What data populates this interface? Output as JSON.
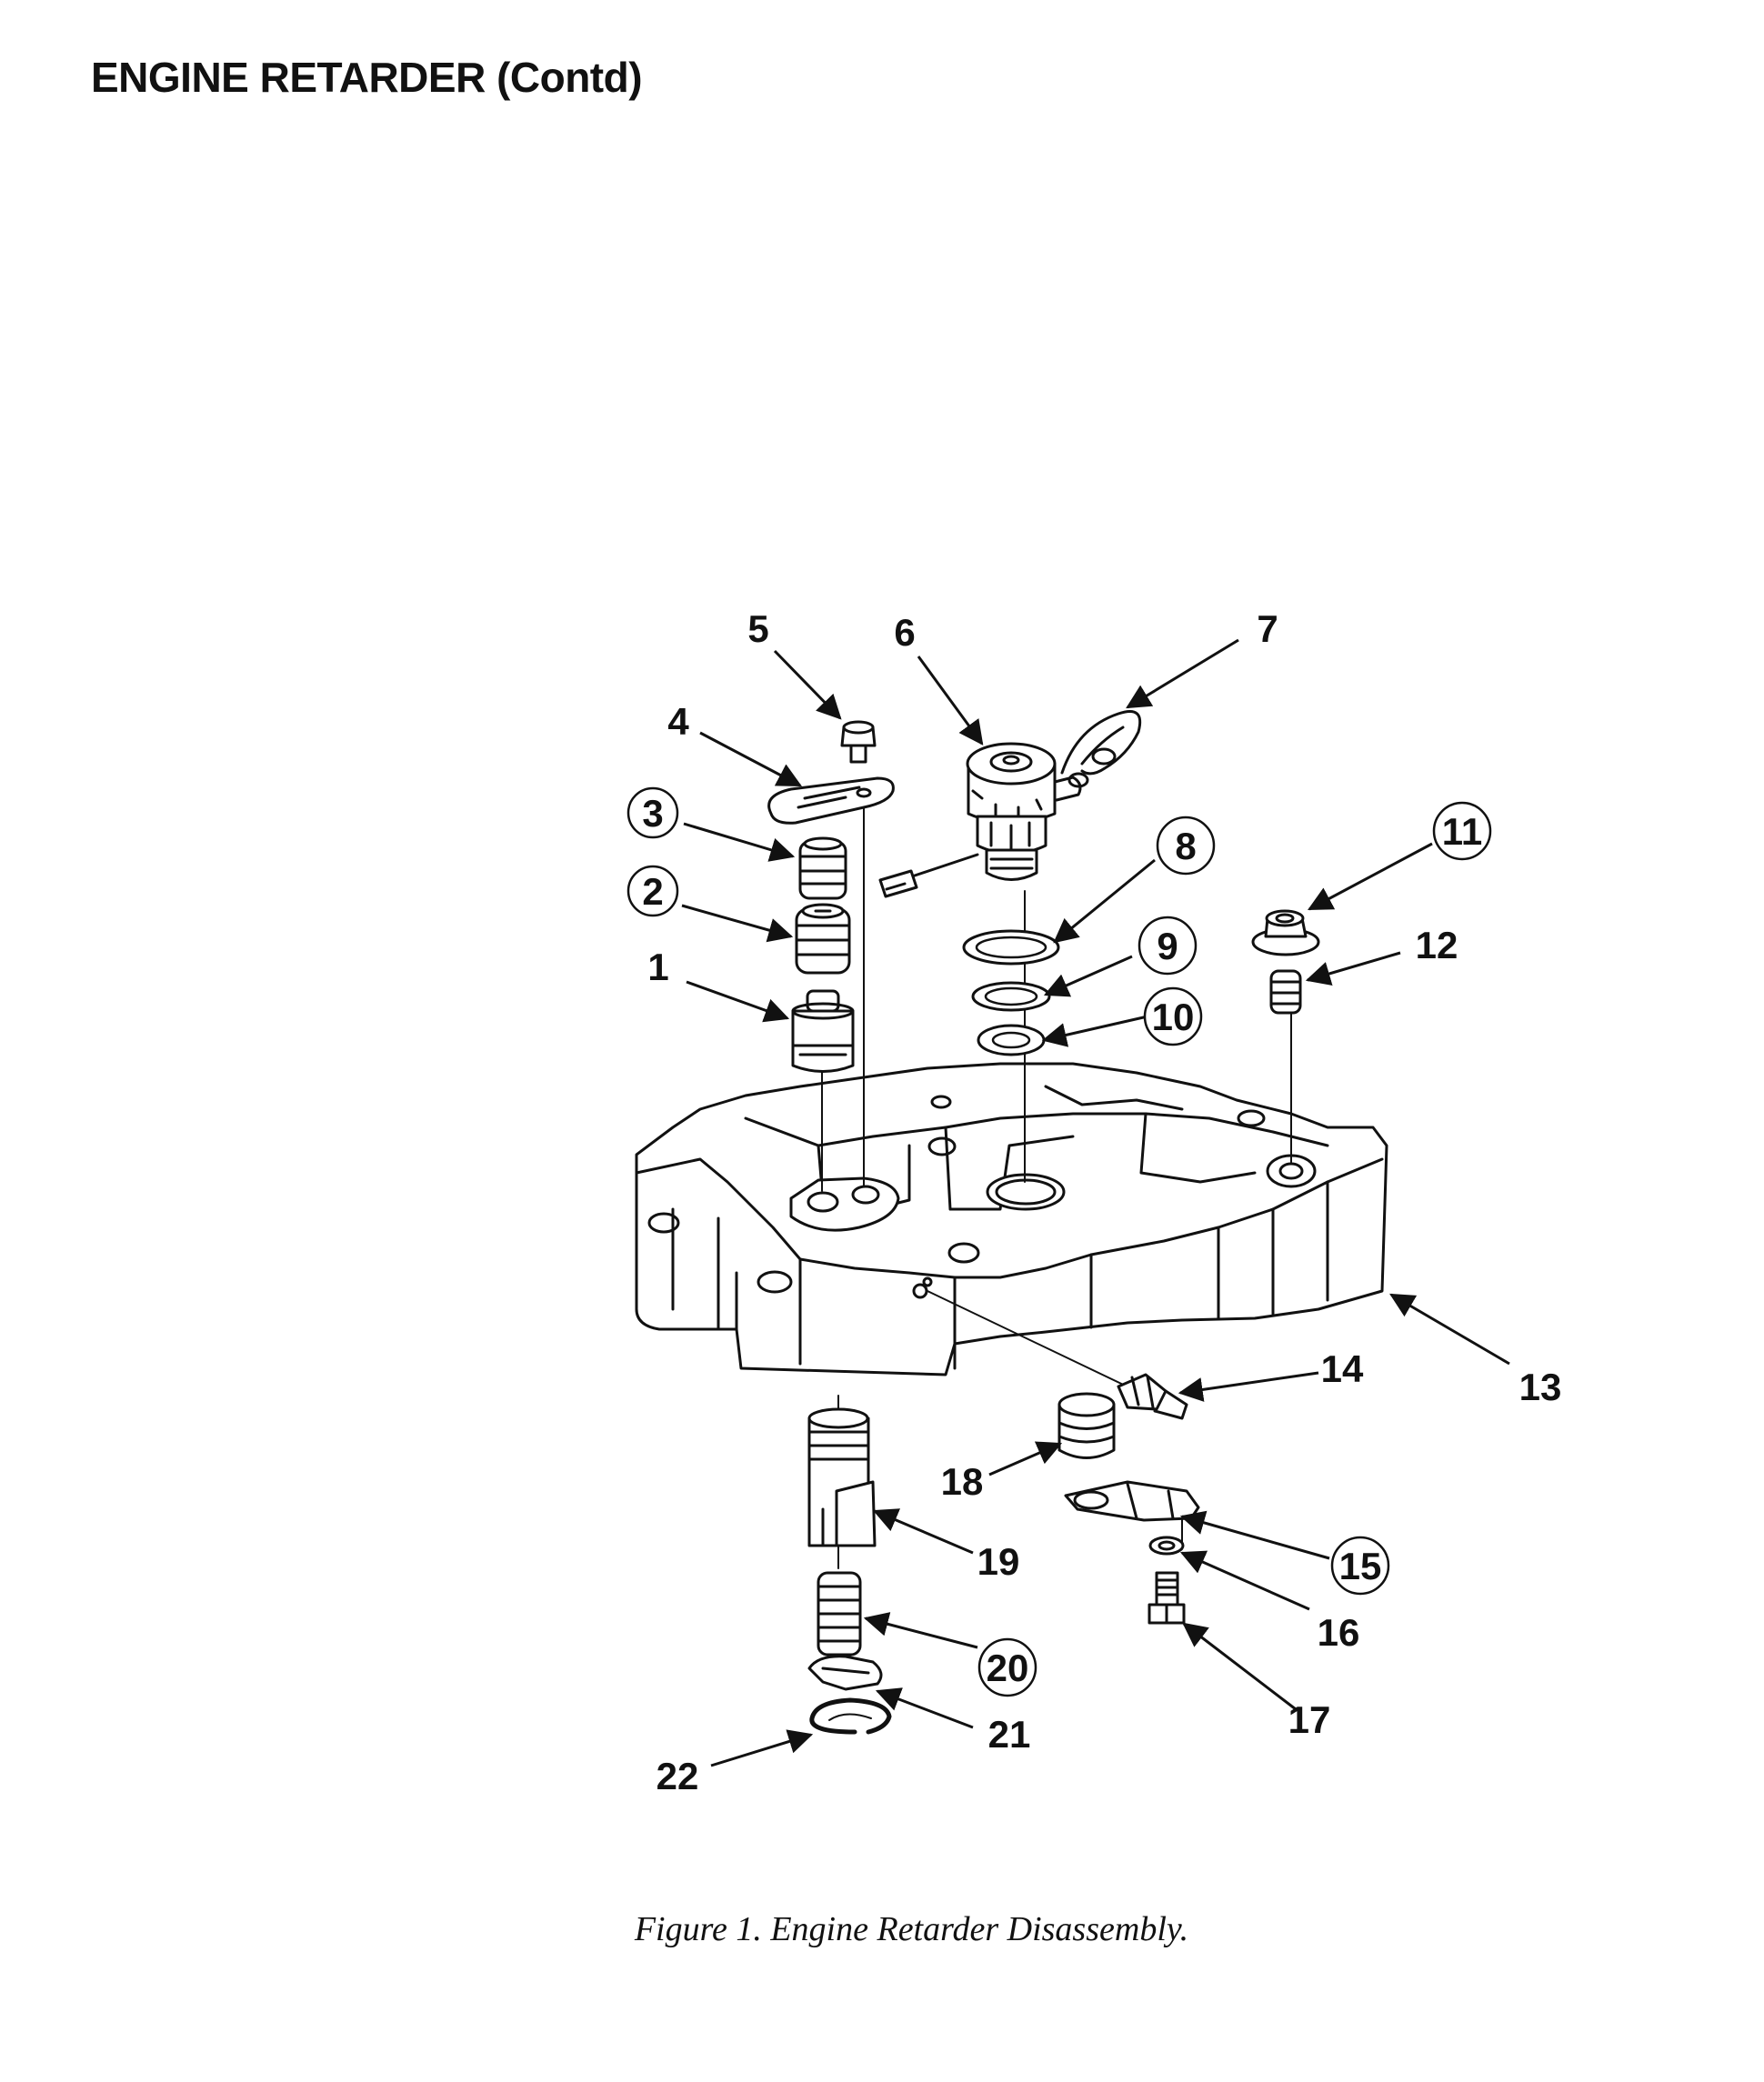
{
  "header": {
    "title": "ENGINE RETARDER (Contd)"
  },
  "figure": {
    "caption": "Figure 1. Engine Retarder Disassembly.",
    "callouts": [
      {
        "label": "1",
        "circled": false
      },
      {
        "label": "2",
        "circled": true
      },
      {
        "label": "3",
        "circled": true
      },
      {
        "label": "4",
        "circled": false
      },
      {
        "label": "5",
        "circled": false
      },
      {
        "label": "6",
        "circled": false
      },
      {
        "label": "7",
        "circled": false
      },
      {
        "label": "8",
        "circled": true
      },
      {
        "label": "9",
        "circled": true
      },
      {
        "label": "10",
        "circled": true
      },
      {
        "label": "11",
        "circled": true
      },
      {
        "label": "12",
        "circled": false
      },
      {
        "label": "13",
        "circled": false
      },
      {
        "label": "14",
        "circled": false
      },
      {
        "label": "15",
        "circled": true
      },
      {
        "label": "16",
        "circled": false
      },
      {
        "label": "17",
        "circled": false
      },
      {
        "label": "18",
        "circled": false
      },
      {
        "label": "19",
        "circled": false
      },
      {
        "label": "20",
        "circled": true
      },
      {
        "label": "21",
        "circled": false
      },
      {
        "label": "22",
        "circled": false
      }
    ]
  }
}
